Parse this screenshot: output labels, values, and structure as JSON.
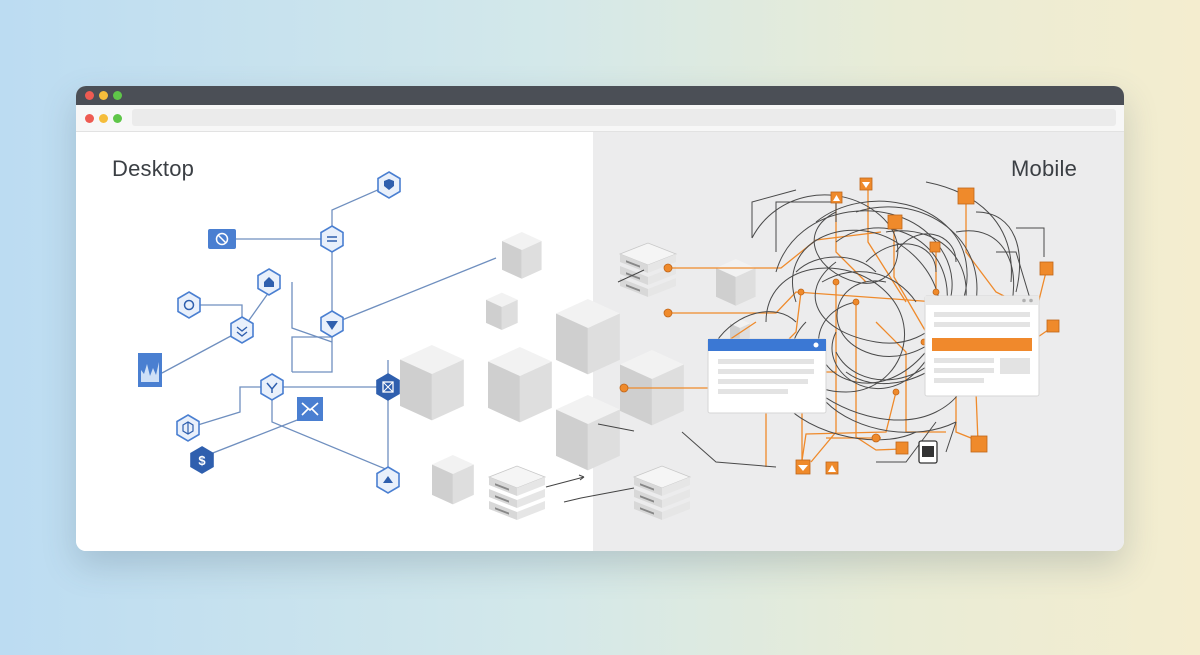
{
  "panels": {
    "left_label": "Desktop",
    "right_label": "Mobile"
  },
  "colors": {
    "desktop_accent": "#4a7fd1",
    "desktop_accent_dark": "#2f5fae",
    "mobile_accent": "#ef8a2b",
    "mobile_line": "#3c3c3c",
    "cube": "#dcdcdc"
  },
  "window_controls": [
    "close-dot",
    "minimize-dot",
    "zoom-dot"
  ]
}
